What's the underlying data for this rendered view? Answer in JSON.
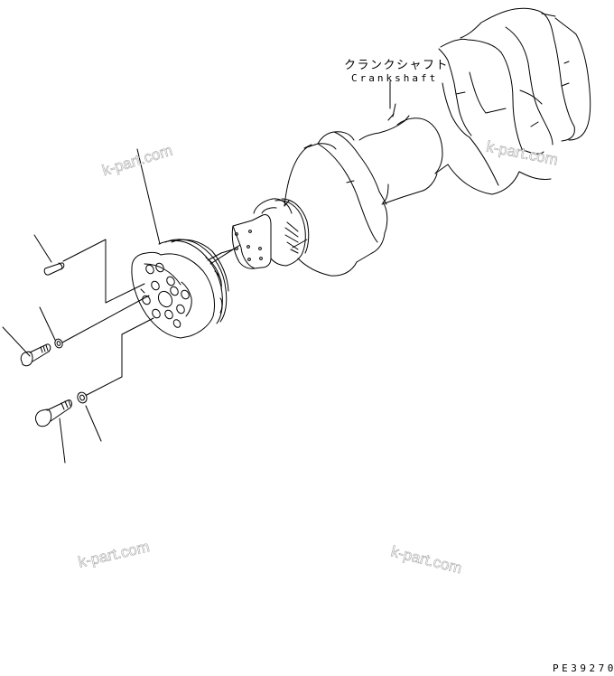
{
  "diagram": {
    "type": "exploded-parts-view",
    "parts": [
      {
        "id": "crankshaft",
        "label_jp": "クランクシャフト",
        "label_en": "Crankshaft"
      },
      {
        "id": "pulley-damper",
        "label_jp": "",
        "label_en": ""
      },
      {
        "id": "dowel-pin",
        "label_jp": "",
        "label_en": ""
      },
      {
        "id": "small-washer",
        "label_jp": "",
        "label_en": ""
      },
      {
        "id": "small-bolt",
        "label_jp": "",
        "label_en": ""
      },
      {
        "id": "large-washer",
        "label_jp": "",
        "label_en": ""
      },
      {
        "id": "large-bolt",
        "label_jp": "",
        "label_en": ""
      }
    ],
    "figure_number": "PE39270",
    "line_color": "#000000",
    "background": "#ffffff"
  },
  "watermarks": [
    {
      "text": "k-part.com"
    },
    {
      "text": "k-part.com"
    },
    {
      "text": "k-part.com"
    },
    {
      "text": "k-part.com"
    }
  ]
}
